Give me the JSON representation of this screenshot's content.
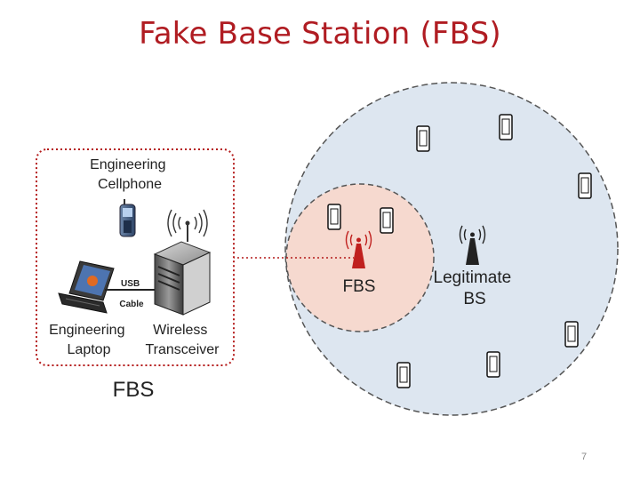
{
  "slide": {
    "title": "Fake Base Station (FBS)",
    "page_number": "7"
  },
  "fbs_box": {
    "engineering_cellphone": [
      "Engineering",
      "Cellphone"
    ],
    "engineering_laptop": [
      "Engineering",
      "Laptop"
    ],
    "wireless_transceiver": [
      "Wireless",
      "Transceiver"
    ],
    "usb_cable": [
      "USB",
      "Cable"
    ],
    "caption": "FBS"
  },
  "coverage": {
    "fbs_label": "FBS",
    "legitimate_bs": [
      "Legitimate",
      "BS"
    ]
  },
  "colors": {
    "title": "#b01c22",
    "legit_area": "#dde6f0",
    "fbs_area": "#f6d9cf",
    "fbs_tower": "#c0201e",
    "box_border": "#b41a1a"
  }
}
